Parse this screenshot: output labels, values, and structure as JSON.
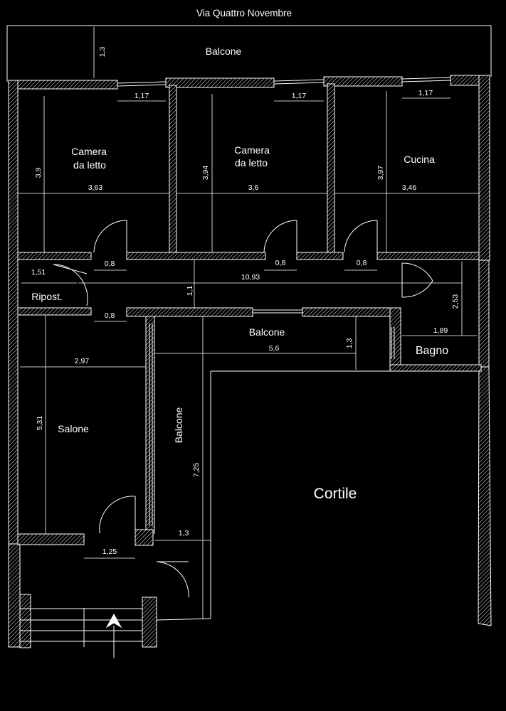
{
  "street": "Via Quattro Novembre",
  "rooms": {
    "balcone_top": "Balcone",
    "camera1_line1": "Camera",
    "camera1_line2": "da letto",
    "camera2_line1": "Camera",
    "camera2_line2": "da letto",
    "cucina": "Cucina",
    "ripostiglio": "Ripost.",
    "balcone_mid": "Balcone",
    "bagno": "Bagno",
    "salone": "Salone",
    "balcone_side": "Balcone",
    "cortile": "Cortile"
  },
  "dimensions": {
    "balcone_top_depth": "1,3",
    "window1": "1,17",
    "window2": "1,17",
    "window3": "1,17",
    "camera1_height": "3,9",
    "camera1_width": "3,63",
    "camera2_height": "3,94",
    "camera2_width": "3,6",
    "cucina_height": "3,97",
    "cucina_width": "3,46",
    "door1": "0,8",
    "door2": "0,8",
    "door3": "0,8",
    "ripost_width": "1,51",
    "corridor_length": "10,93",
    "corridor_width": "1,1",
    "door_salone": "0,8",
    "bagno_height": "2,53",
    "bagno_width": "1,89",
    "balcone_mid_depth": "1,3",
    "balcone_mid_length": "5,6",
    "salone_width": "2,97",
    "salone_height": "5,31",
    "balcone_side_length": "7,25",
    "balcone_side_depth": "1,3",
    "entry_door": "1,25"
  },
  "icons": {
    "north_arrow": "arrow-up-icon"
  }
}
